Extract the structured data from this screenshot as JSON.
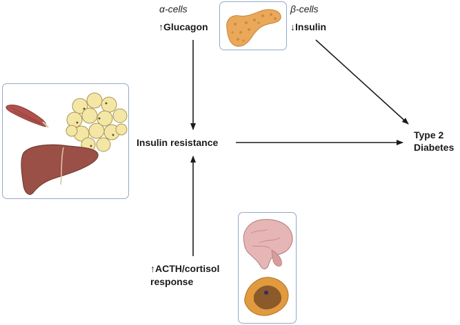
{
  "labels": {
    "alpha_cells": "α-cells",
    "beta_cells": "β-cells",
    "glucagon": "↑Glucagon",
    "insulin": "↓Insulin",
    "insulin_resistance": "Insulin resistance",
    "type2_line1": "Type 2",
    "type2_line2": "Diabetes",
    "acth_line1": "↑ACTH/cortisol",
    "acth_line2": "response"
  },
  "icons": {
    "pancreas": "pancreas-icon",
    "muscle": "muscle-icon",
    "adipose": "adipose-tissue-icon",
    "liver": "liver-icon",
    "brain": "brain-icon",
    "adrenal": "adrenal-gland-icon"
  },
  "colors": {
    "frame": "#94a8c8",
    "arrow": "#1a1a1a",
    "pancreas": "#e9a85a",
    "muscle": "#b0524c",
    "adipose": "#f4e7a6",
    "liver": "#9a4f47",
    "brain": "#e6b5b5",
    "adrenal": "#e29a3e"
  }
}
